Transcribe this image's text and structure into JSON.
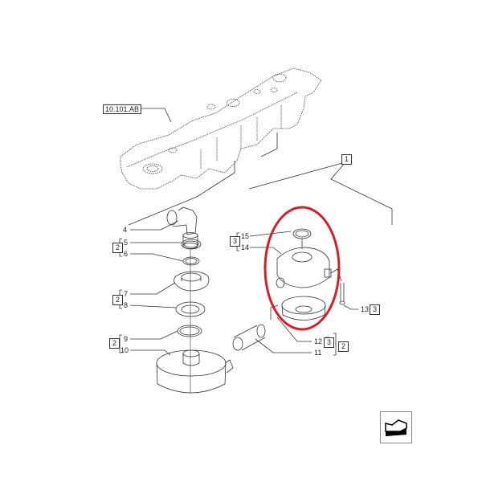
{
  "diagram": {
    "type": "exploded-parts-view",
    "highlight_color": "#d0202a",
    "reference_label": "10.101.AB",
    "group_refs": [
      {
        "id": "ref-1",
        "label": "1"
      },
      {
        "id": "ref-2a",
        "label": "2"
      },
      {
        "id": "ref-2b",
        "label": "2"
      },
      {
        "id": "ref-2c",
        "label": "2"
      },
      {
        "id": "ref-2d",
        "label": "2"
      },
      {
        "id": "ref-3a",
        "label": "3"
      },
      {
        "id": "ref-3b",
        "label": "3"
      },
      {
        "id": "ref-3c",
        "label": "3"
      }
    ],
    "callouts": [
      {
        "number": "4"
      },
      {
        "number": "5"
      },
      {
        "number": "6"
      },
      {
        "number": "7"
      },
      {
        "number": "8"
      },
      {
        "number": "9"
      },
      {
        "number": "10"
      },
      {
        "number": "11"
      },
      {
        "number": "12"
      },
      {
        "number": "13"
      },
      {
        "number": "14"
      },
      {
        "number": "15"
      }
    ]
  },
  "nav": {
    "icon": "arrow-back-icon"
  }
}
